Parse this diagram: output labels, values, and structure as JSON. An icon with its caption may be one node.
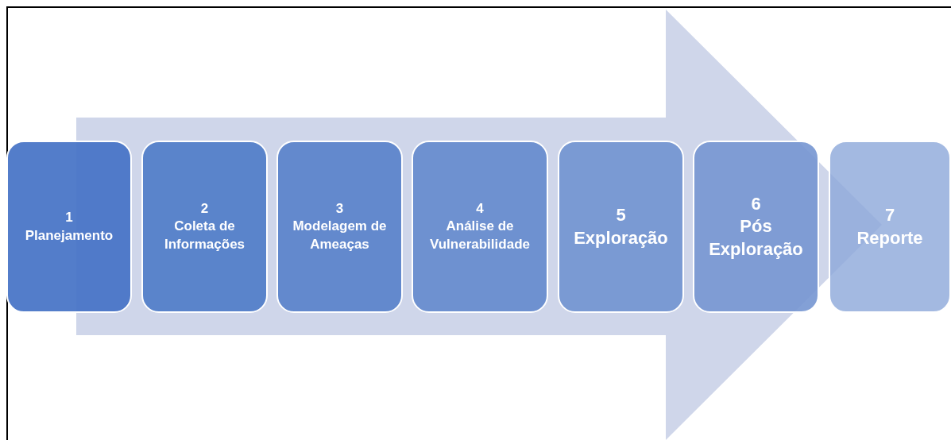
{
  "diagram": {
    "nodes": [
      {
        "text": [
          "1",
          "Planejamento"
        ]
      },
      {
        "text": [
          "2",
          "Coleta de Informações"
        ]
      },
      {
        "text": [
          "3",
          "Modelagem de Ameaças"
        ]
      },
      {
        "text": [
          "4",
          "Análise de Vulnerabilidade"
        ]
      },
      {
        "text": [
          "5",
          "Exploração"
        ]
      },
      {
        "text": [
          "6",
          "Pós Exploração"
        ]
      },
      {
        "text": [
          "7",
          "Reporte"
        ]
      }
    ],
    "edges": [
      {
        "from": 0,
        "to": 6,
        "arrow": "to"
      }
    ]
  }
}
